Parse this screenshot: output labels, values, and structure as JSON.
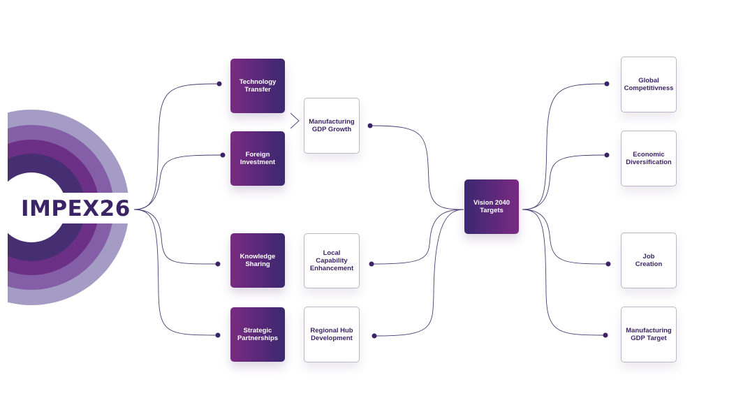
{
  "brand": {
    "logo_text": "IMPEX26"
  },
  "colors": {
    "dark_purple": "#3b2870",
    "magenta": "#7a2a82",
    "text_purple": "#3b2466",
    "line": "#4a3c72"
  },
  "drivers": [
    {
      "label": "Technology Transfer"
    },
    {
      "label": "Foreign Investment"
    },
    {
      "label": "Knowledge Sharing"
    },
    {
      "label": "Strategic Partnerships"
    }
  ],
  "outcomes": [
    {
      "label": "Manufacturing GDP Growth"
    },
    {
      "label": "Local Capability Enhancement"
    },
    {
      "label": "Regional Hub Development"
    }
  ],
  "hub": {
    "label": "Vision 2040 Targets"
  },
  "targets": [
    {
      "label": "Global Competitivness"
    },
    {
      "label": "Economic Diversification"
    },
    {
      "label": "Job Creation"
    },
    {
      "label": "Manufacturing GDP Target"
    }
  ]
}
